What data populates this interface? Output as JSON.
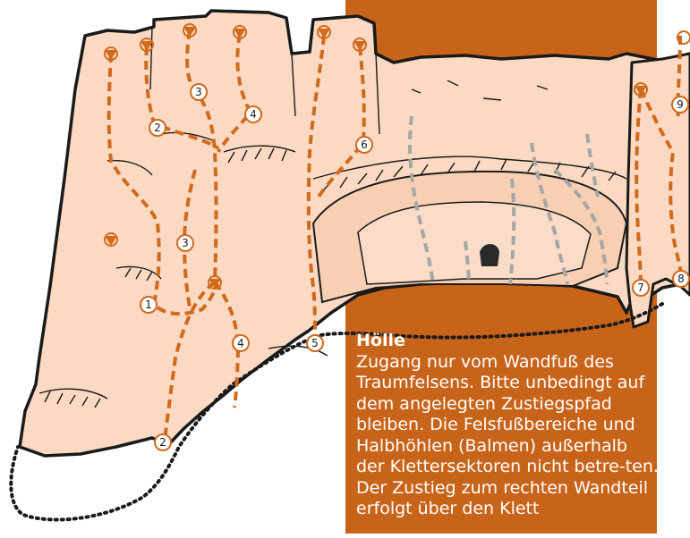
{
  "colors": {
    "rock": "#fbd9c2",
    "panel": "#c8641a",
    "route": "#d06a1c",
    "closed_route": "#a6a6a6",
    "outline": "#1a1a1a",
    "panel_text": "#ffffff"
  },
  "routes": {
    "r1": "1",
    "r2a": "2",
    "r2b": "2",
    "r3a": "3",
    "r3b": "3",
    "r4a": "4",
    "r4b": "4",
    "r5": "5",
    "r6": "6",
    "r7": "7",
    "r8": "8",
    "r9": "9"
  },
  "info": {
    "title": "Hölle",
    "body": "Zugang nur vom Wandfuß des Traumfelsens. Bitte unbedingt auf dem angelegten Zustiegspfad bleiben. Die Felsfußbereiche und Halbhöhlen (Balmen) außerhalb der Klettersektoren nicht betre-ten. Der Zustieg zum rechten Wandteil erfolgt über den Klett"
  }
}
